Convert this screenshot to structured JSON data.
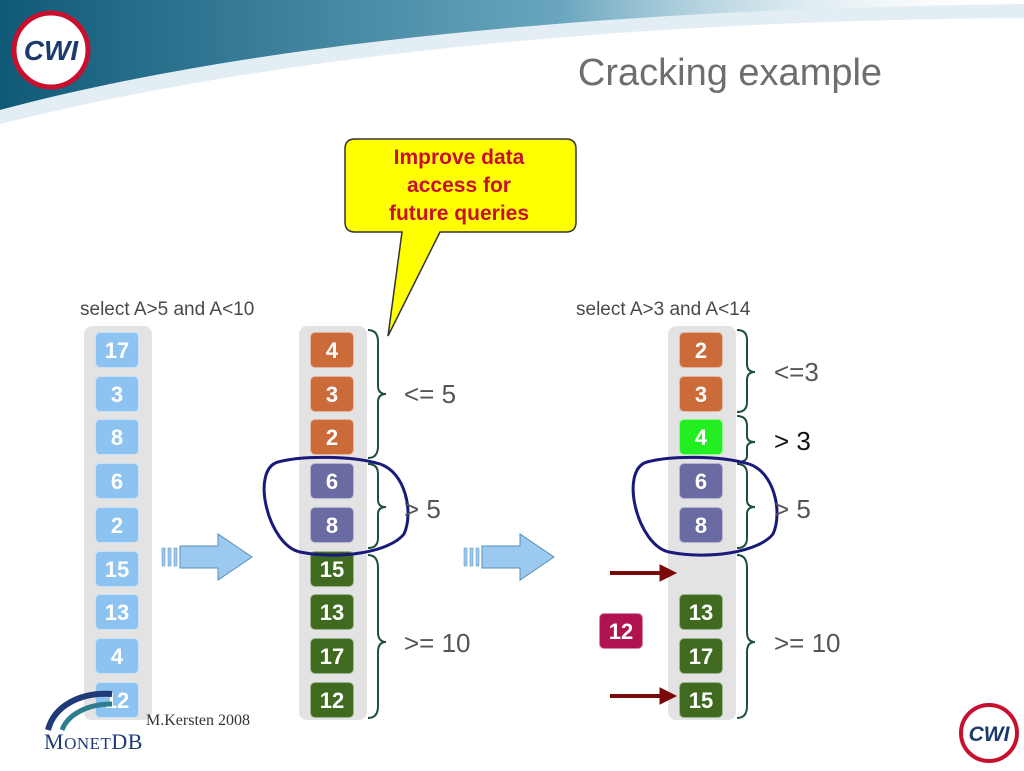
{
  "slide": {
    "title": "Cracking example",
    "callout": {
      "lines": [
        "Improve data",
        "access for",
        "future queries"
      ]
    },
    "footer": "M.Kersten 2008",
    "logos": {
      "top_left": "CWI",
      "bottom_right": "CWI",
      "bottom_left": "MonetDB"
    },
    "colors": {
      "blue_cell": "#8dc3f0",
      "orange_cell": "#cb6b3a",
      "purple_cell": "#6b6ba3",
      "green_cell": "#3f6a1f",
      "lime_cell": "#22ee22",
      "red_cell": "#b0134f",
      "callout_fill": "#ffff00",
      "bracket": "#1f4f3f",
      "ellipse": "#1a1a7a",
      "arrow_dark_red": "#7a0a0a",
      "big_arrow": "#9cc9f0"
    }
  },
  "queries": {
    "first": "select A>5 and A<10",
    "second": "select A>3 and A<14"
  },
  "columns": {
    "original": {
      "values": [
        "17",
        "3",
        "8",
        "6",
        "2",
        "15",
        "13",
        "4",
        "12"
      ]
    },
    "cracked1": {
      "values": [
        "4",
        "3",
        "2",
        "6",
        "8",
        "15",
        "13",
        "17",
        "12"
      ],
      "colors": [
        "orange",
        "orange",
        "orange",
        "purple",
        "purple",
        "green",
        "green",
        "green",
        "green"
      ]
    },
    "cracked2": {
      "values": [
        "2",
        "3",
        "4",
        "6",
        "8",
        "",
        "13",
        "17",
        "15"
      ],
      "colors": [
        "orange",
        "orange",
        "lime",
        "purple",
        "purple",
        "empty",
        "green",
        "green",
        "green"
      ]
    }
  },
  "floating_value": "12",
  "ranges1": [
    "<= 5",
    "> 5",
    ">= 10"
  ],
  "ranges2": [
    "<=3",
    "> 3",
    "> 5",
    ">= 10"
  ]
}
